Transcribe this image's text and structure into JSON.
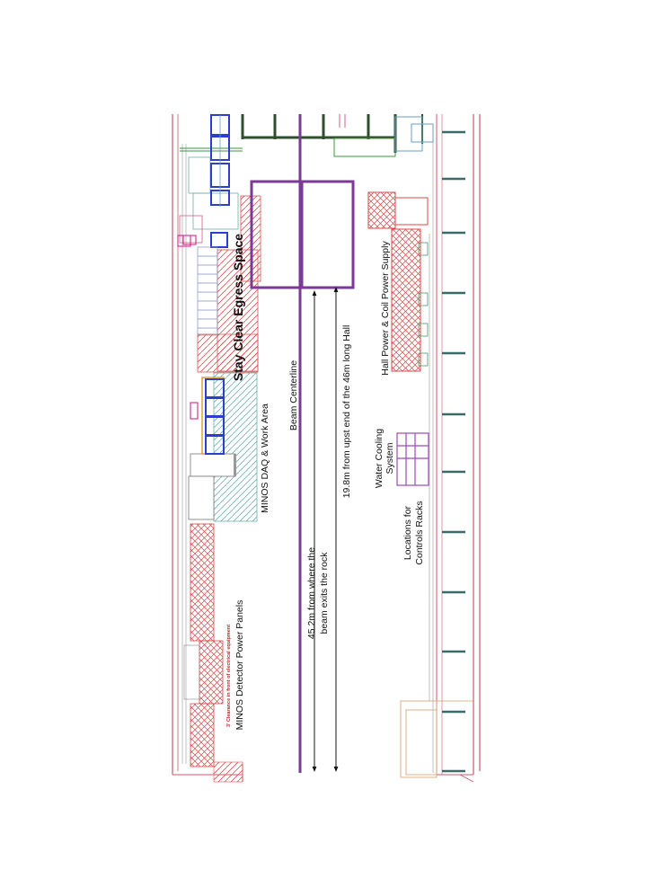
{
  "labels": {
    "egress": "Stay Clear Egress Space",
    "daq": "MINOS DAQ & Work Area",
    "beam_centerline": "Beam Centerline",
    "hall_power": "Hall Power & Coil Power Supply",
    "water_cooling_1": "Water Cooling",
    "water_cooling_2": "System",
    "dist_46m": "19.8m from upst end of the 46m long Hall",
    "dist_rock_1": "45.2m from where the",
    "dist_rock_2": "beam exits the rock",
    "controls_1": "Locations for",
    "controls_2": "Controls Racks",
    "power_panels": "MINOS Detector Power Panels",
    "power_note": "3' Clearance in front of electrical equipment"
  },
  "colors": {
    "wall": "#c85a6a",
    "beam": "#7b3a96",
    "hatch_red": "#e05050",
    "hatch_teal": "#6fb0b0",
    "rack_blue": "#2b3fcc",
    "rack_orange": "#e0a030",
    "dark_green": "#2f4f2f",
    "pipe_teal": "#3a6a6a",
    "purple_frame": "#8a3aa8",
    "gray": "#808080"
  }
}
